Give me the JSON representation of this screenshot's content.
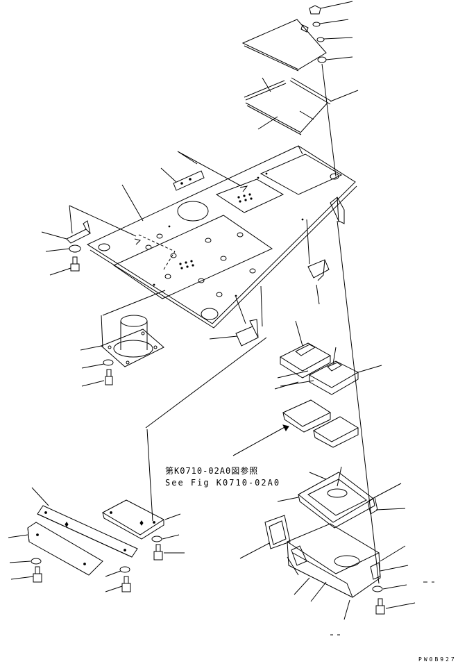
{
  "reference": {
    "line1": "第K0710-02A0図参照",
    "line2": "See Fig K0710-02A0"
  },
  "drawing_code": "PW0B927"
}
